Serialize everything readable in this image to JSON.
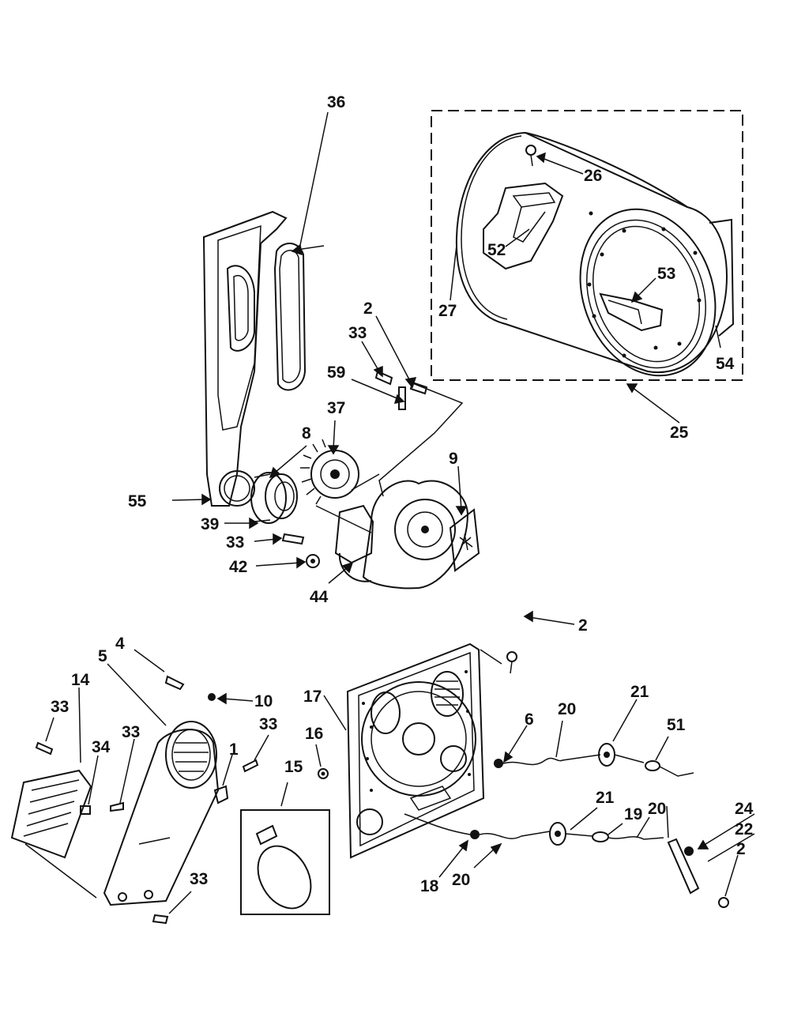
{
  "diagram": {
    "groups": {
      "drum_box": "25"
    },
    "callouts": [
      {
        "id": "c26",
        "text": "26"
      },
      {
        "id": "c52",
        "text": "52"
      },
      {
        "id": "c53",
        "text": "53"
      },
      {
        "id": "c27",
        "text": "27"
      },
      {
        "id": "c54",
        "text": "54"
      },
      {
        "id": "c25",
        "text": "25"
      },
      {
        "id": "c36",
        "text": "36"
      },
      {
        "id": "c2a",
        "text": "2"
      },
      {
        "id": "c33a",
        "text": "33"
      },
      {
        "id": "c59",
        "text": "59"
      },
      {
        "id": "c37",
        "text": "37"
      },
      {
        "id": "c8",
        "text": "8"
      },
      {
        "id": "c9",
        "text": "9"
      },
      {
        "id": "c55",
        "text": "55"
      },
      {
        "id": "c39",
        "text": "39"
      },
      {
        "id": "c33b",
        "text": "33"
      },
      {
        "id": "c42",
        "text": "42"
      },
      {
        "id": "c44",
        "text": "44"
      },
      {
        "id": "c2b",
        "text": "2"
      },
      {
        "id": "c4",
        "text": "4"
      },
      {
        "id": "c5",
        "text": "5"
      },
      {
        "id": "c10",
        "text": "10"
      },
      {
        "id": "c14",
        "text": "14"
      },
      {
        "id": "c33c",
        "text": "33"
      },
      {
        "id": "c33d",
        "text": "33"
      },
      {
        "id": "c34",
        "text": "34"
      },
      {
        "id": "c33e",
        "text": "33"
      },
      {
        "id": "c1",
        "text": "1"
      },
      {
        "id": "c17",
        "text": "17"
      },
      {
        "id": "c16",
        "text": "16"
      },
      {
        "id": "c15",
        "text": "15"
      },
      {
        "id": "c6",
        "text": "6"
      },
      {
        "id": "c20a",
        "text": "20"
      },
      {
        "id": "c21a",
        "text": "21"
      },
      {
        "id": "c51",
        "text": "51"
      },
      {
        "id": "c21b",
        "text": "21"
      },
      {
        "id": "c19",
        "text": "19"
      },
      {
        "id": "c20b",
        "text": "20"
      },
      {
        "id": "c24",
        "text": "24"
      },
      {
        "id": "c22",
        "text": "22"
      },
      {
        "id": "c2c",
        "text": "2"
      },
      {
        "id": "c18",
        "text": "18"
      },
      {
        "id": "c20c",
        "text": "20"
      },
      {
        "id": "c33f",
        "text": "33"
      }
    ]
  }
}
